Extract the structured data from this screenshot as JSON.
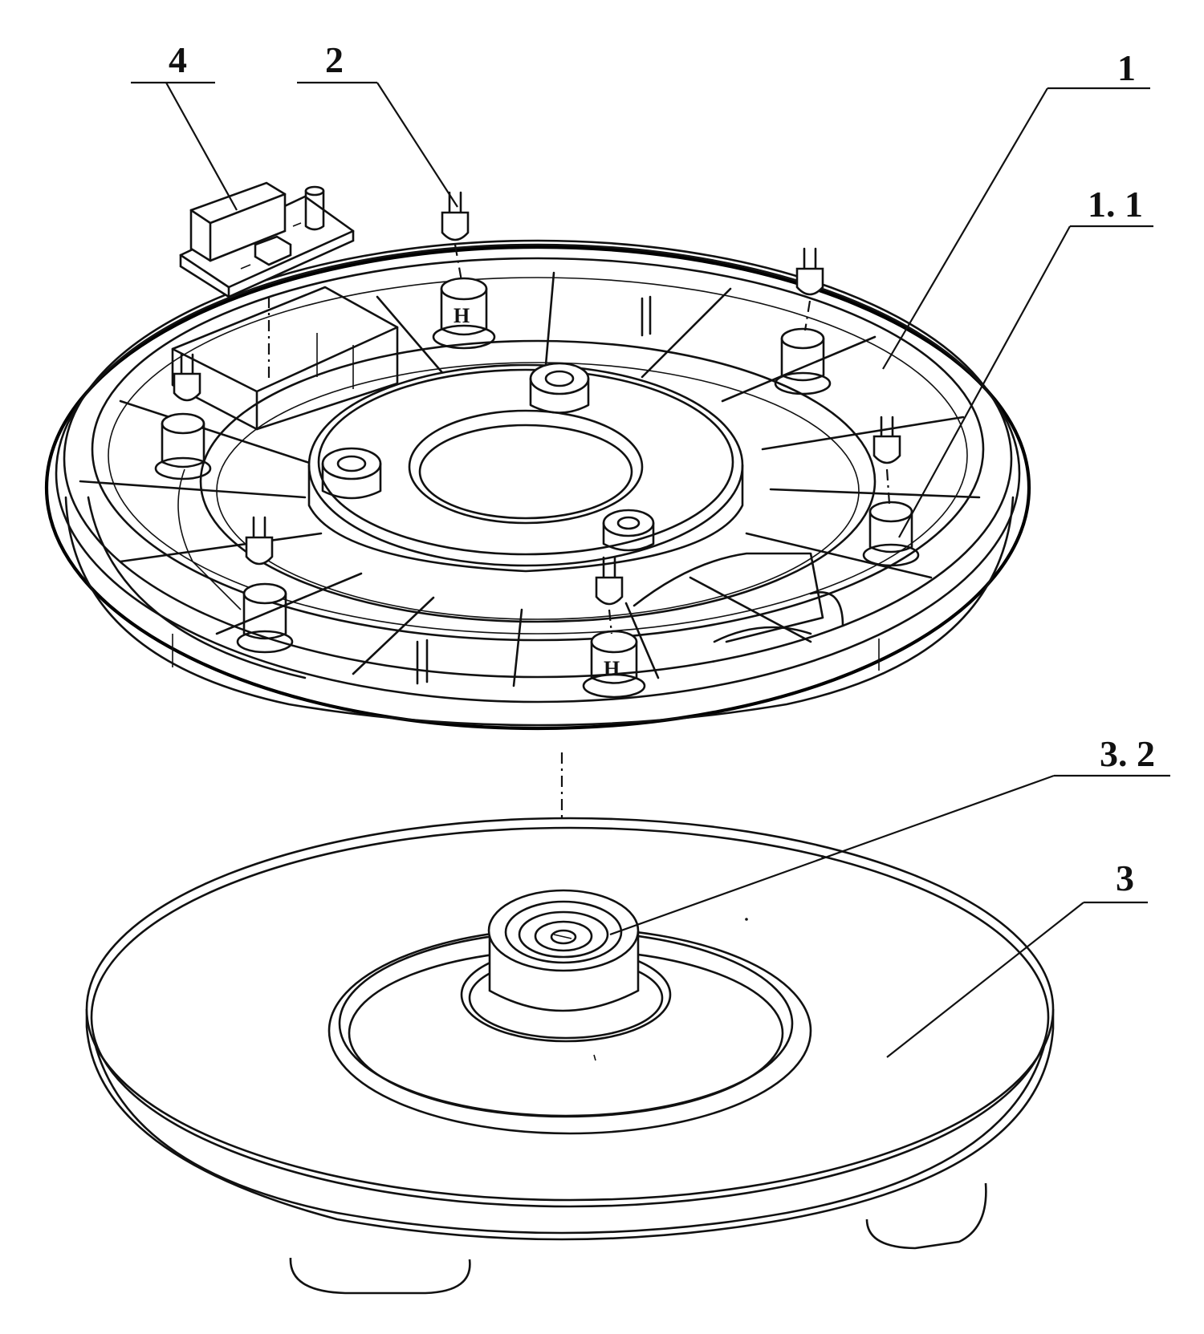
{
  "labels": {
    "pcb": "4",
    "sensor": "2",
    "ring": "1",
    "ring_socket": "1. 1",
    "base_connector": "3. 2",
    "base": "3"
  }
}
